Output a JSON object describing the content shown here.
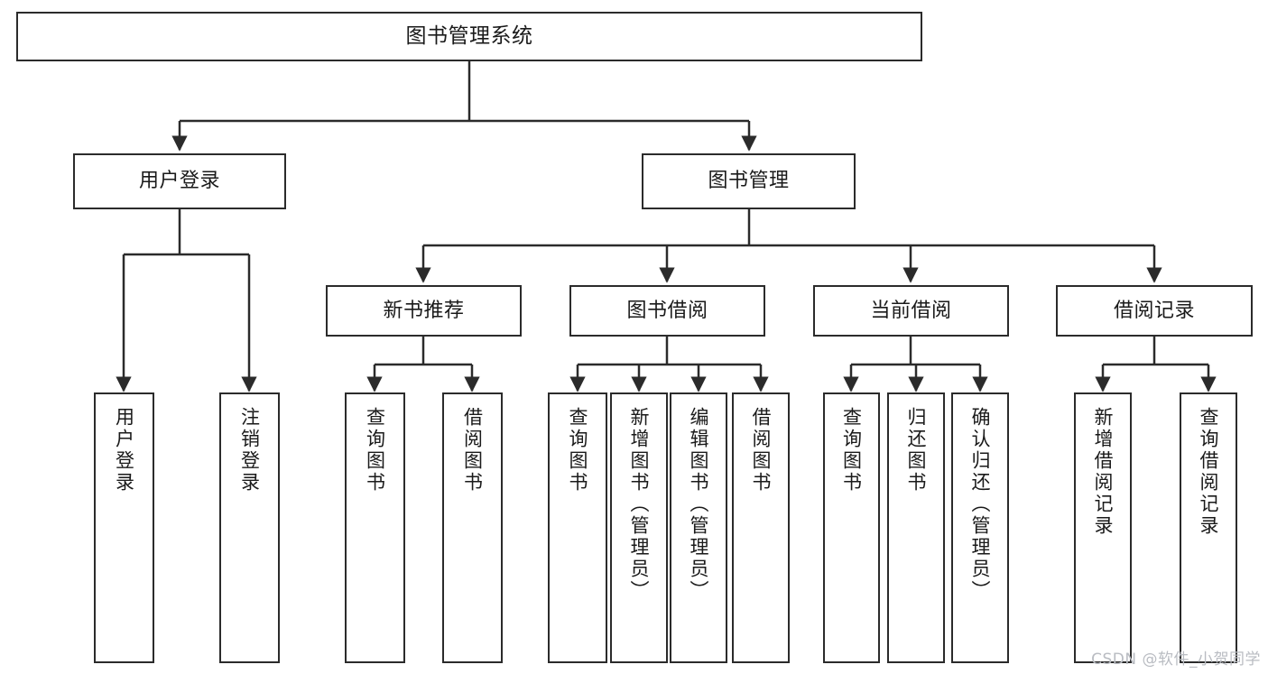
{
  "diagram": {
    "title": "图书管理系统",
    "type": "tree",
    "nodes": {
      "root": {
        "label": "图书管理系统"
      },
      "level1": [
        {
          "id": "user-login",
          "label": "用户登录"
        },
        {
          "id": "book-management",
          "label": "图书管理"
        }
      ],
      "level2": [
        {
          "id": "new-book-recommend",
          "label": "新书推荐",
          "parent": "book-management"
        },
        {
          "id": "book-borrow",
          "label": "图书借阅",
          "parent": "book-management"
        },
        {
          "id": "current-borrow",
          "label": "当前借阅",
          "parent": "book-management"
        },
        {
          "id": "borrow-record",
          "label": "借阅记录",
          "parent": "book-management"
        }
      ],
      "leaves": [
        {
          "id": "leaf-user-login",
          "label": "用户登录",
          "parent": "user-login"
        },
        {
          "id": "leaf-logout-login",
          "label": "注销登录",
          "parent": "user-login"
        },
        {
          "id": "leaf-query-book-1",
          "label": "查询图书",
          "parent": "new-book-recommend"
        },
        {
          "id": "leaf-borrow-book-1",
          "label": "借阅图书",
          "parent": "new-book-recommend"
        },
        {
          "id": "leaf-query-book-2",
          "label": "查询图书",
          "parent": "book-borrow"
        },
        {
          "id": "leaf-add-book",
          "label": "新增图书（管理员）",
          "parent": "book-borrow"
        },
        {
          "id": "leaf-edit-book",
          "label": "编辑图书（管理员）",
          "parent": "book-borrow"
        },
        {
          "id": "leaf-borrow-book-2",
          "label": "借阅图书",
          "parent": "book-borrow"
        },
        {
          "id": "leaf-query-book-3",
          "label": "查询图书",
          "parent": "current-borrow"
        },
        {
          "id": "leaf-return-book",
          "label": "归还图书",
          "parent": "current-borrow"
        },
        {
          "id": "leaf-confirm-return",
          "label": "确认归还（管理员）",
          "parent": "current-borrow"
        },
        {
          "id": "leaf-add-record",
          "label": "新增借阅记录",
          "parent": "borrow-record"
        },
        {
          "id": "leaf-query-record",
          "label": "查询借阅记录",
          "parent": "borrow-record"
        }
      ]
    },
    "colors": {
      "stroke": "#2b2b2b",
      "fill": "#ffffff",
      "text": "#1a1a1a",
      "watermark": "#b9bcc2"
    }
  },
  "watermark": {
    "text": "CSDN @软件_小贺同学"
  }
}
